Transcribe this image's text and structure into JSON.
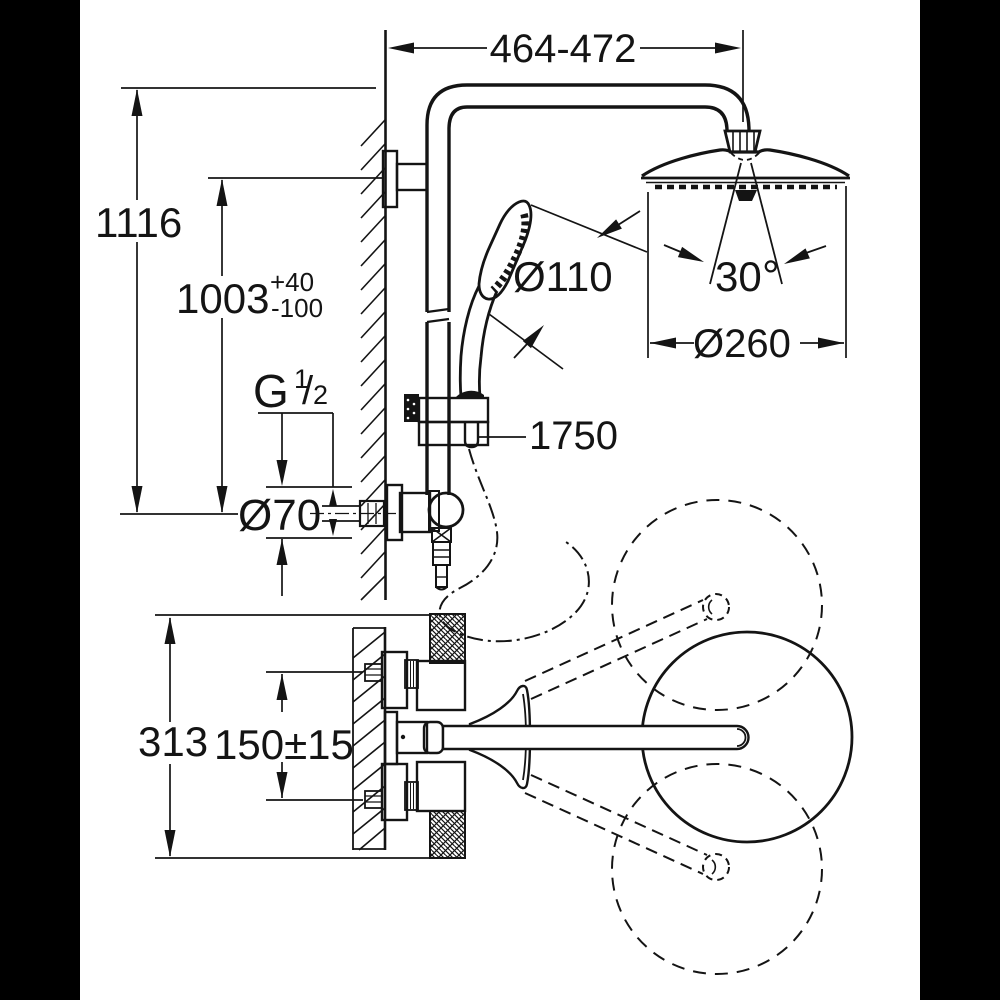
{
  "diagram": {
    "title": "Shower system technical drawing",
    "background_color": "#ffffff",
    "line_color": "#141414",
    "letterbox_color": "#000000",
    "views": {
      "front_view": "wall-mounted shower system with head shower, hand shower, rail and valve",
      "plan_view": "thermostat valve cross-section with lever swivel range"
    },
    "dimensions": {
      "arm_width_range": "464-472",
      "total_height": "1116",
      "rail_outlet_height": "1003",
      "tolerance_plus": "+40",
      "tolerance_minus": "-100",
      "thread_letter": "G",
      "thread_numerator": "1",
      "thread_slash": "/",
      "thread_denominator": "2",
      "escutcheon_diameter": "Ø70",
      "hand_shower_diameter": "Ø110",
      "spray_angle_value": "30",
      "spray_angle_unit": "°",
      "head_shower_diameter": "Ø260",
      "hose_length": "1750",
      "valve_height": "313",
      "inlet_spacing": "150±15"
    }
  }
}
